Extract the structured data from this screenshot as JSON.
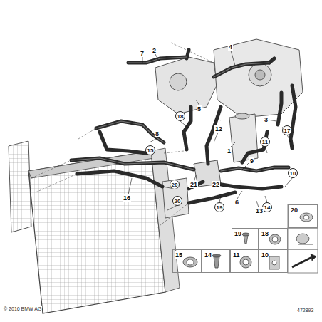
{
  "diagram": {
    "nodes": [
      {
        "text": [
          "18"
        ]
      },
      {
        "text": [
          "17"
        ]
      },
      {
        "text": [
          "15"
        ]
      },
      {
        "text": [
          "11"
        ]
      },
      {
        "text": [
          "10"
        ]
      },
      {
        "text": [
          "20"
        ]
      },
      {
        "text": [
          "20"
        ]
      },
      {
        "text": [
          "19"
        ]
      },
      {
        "text": [
          "14"
        ]
      },
      {
        "text": [
          "20"
        ]
      },
      {
        "text": [
          "19"
        ]
      },
      {
        "text": [
          "18"
        ]
      },
      {
        "text": [
          "15"
        ]
      },
      {
        "text": [
          "14"
        ]
      },
      {
        "text": [
          "11"
        ]
      },
      {
        "text": [
          "10"
        ]
      }
    ],
    "labels": [
      "7",
      "2",
      "4",
      "5",
      "3",
      "12",
      "8",
      "1",
      "9",
      "6",
      "22",
      "21",
      "16",
      "13",
      "© 2016 BMW AG",
      "472893"
    ]
  }
}
